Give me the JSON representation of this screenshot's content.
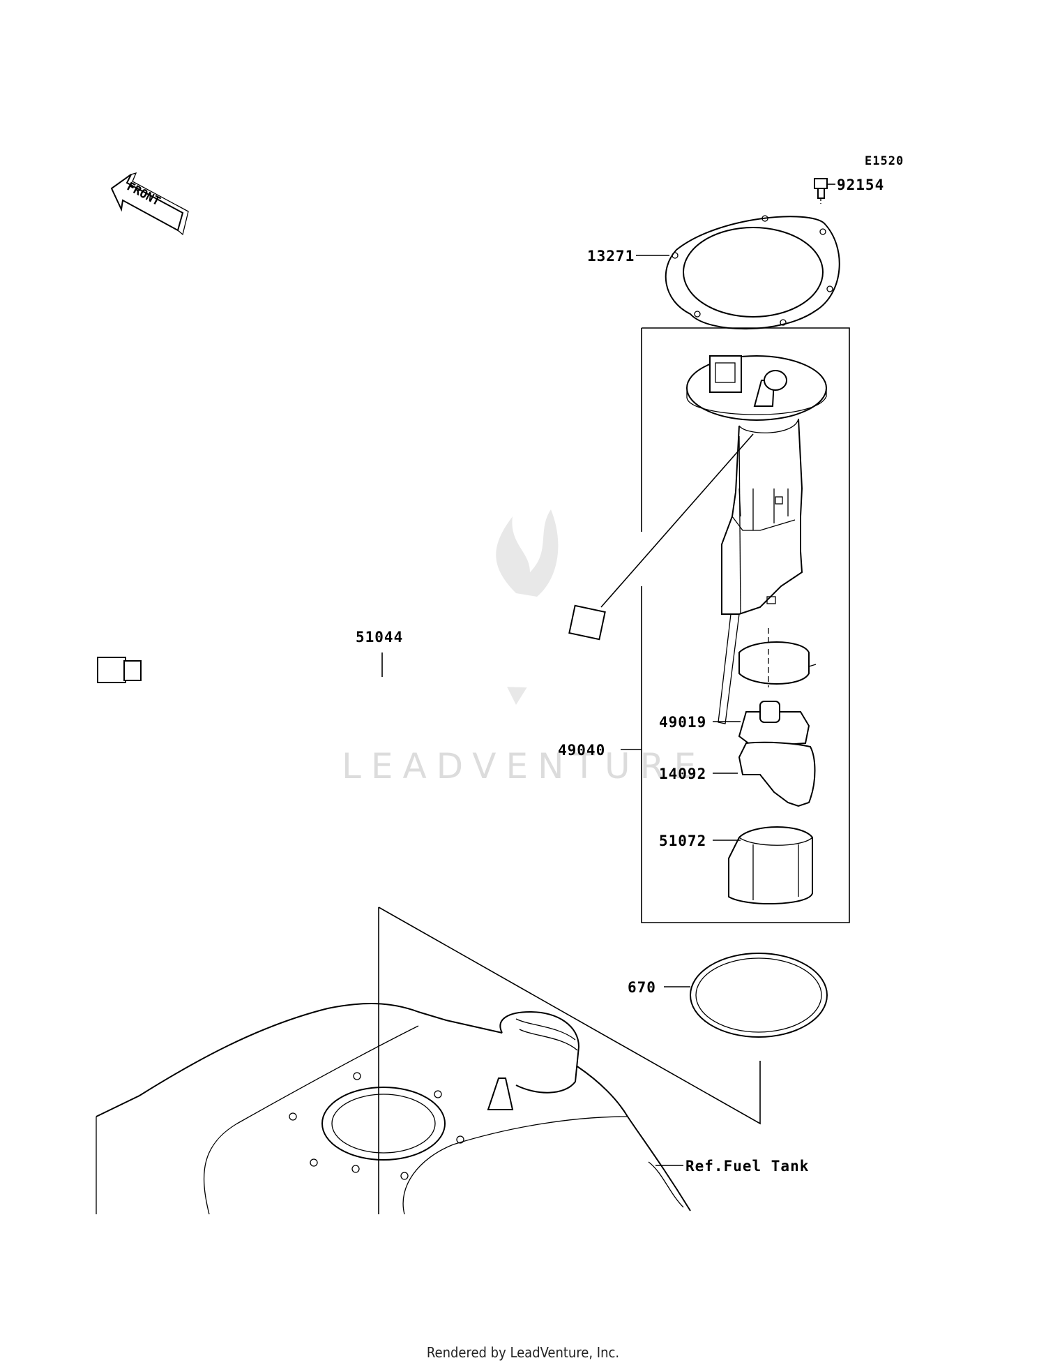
{
  "diagram": {
    "code": "E1520",
    "front_label": "FRONT",
    "watermark": "LEADVENTURE",
    "parts": [
      {
        "number": "92154"
      },
      {
        "number": "13271"
      },
      {
        "number": "51044"
      },
      {
        "number": "49019"
      },
      {
        "number": "49040"
      },
      {
        "number": "14092"
      },
      {
        "number": "51072"
      },
      {
        "number": "670"
      }
    ],
    "reference": "Ref.Fuel Tank"
  },
  "footer": {
    "text": "Rendered by LeadVenture, Inc."
  }
}
